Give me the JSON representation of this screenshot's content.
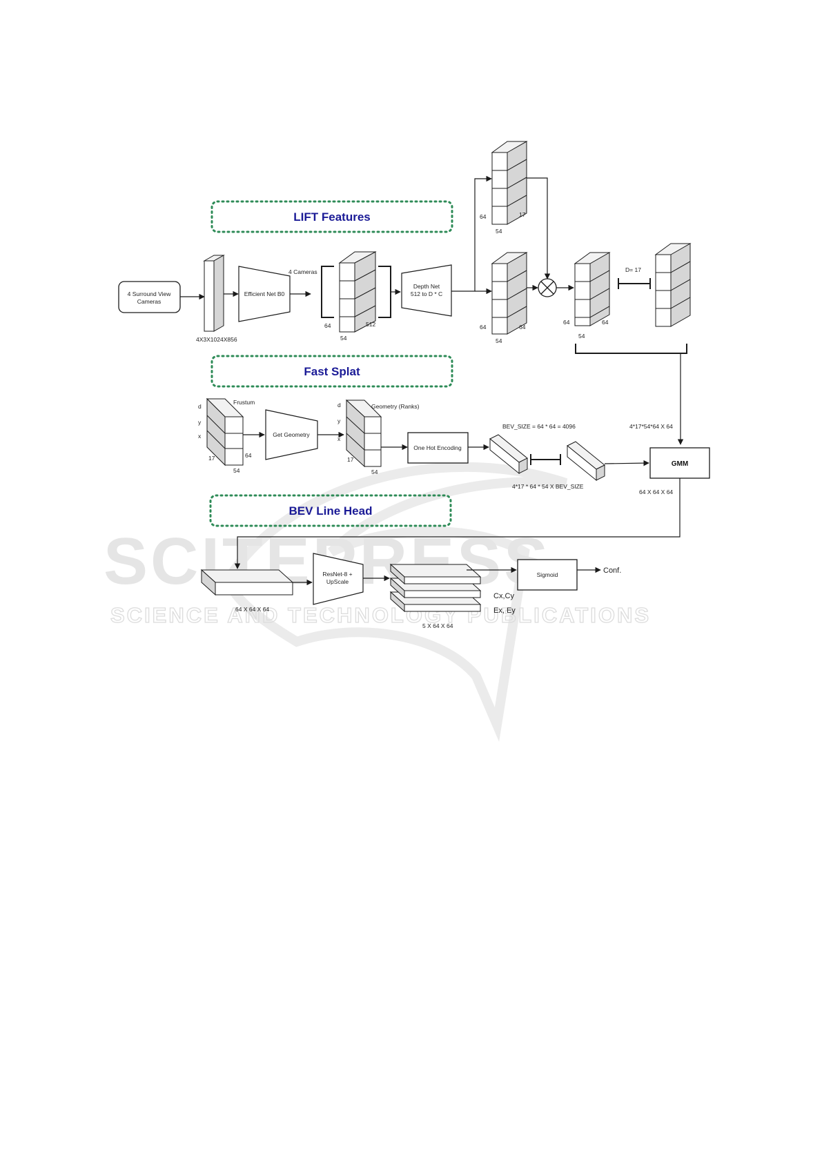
{
  "sections": {
    "lift": "LIFT Features",
    "splat": "Fast Splat",
    "bev": "BEV Line Head"
  },
  "input": {
    "cameras_box": [
      "4 Surround View",
      "Cameras"
    ],
    "dims": "4X3X1024X856"
  },
  "lift": {
    "encoder": "Efficient Net B0",
    "cameras_label": "4 Cameras",
    "feat_dims": {
      "h": "64",
      "c": "512",
      "w": "54"
    },
    "depthnet": [
      "Depth Net",
      "512 to D * C"
    ],
    "depth_dims": {
      "h": "64",
      "d": "17",
      "w": "54"
    },
    "ctx_dims": {
      "h": "64",
      "c": "64",
      "w": "54"
    },
    "out_dims": {
      "h": "64",
      "c": "64",
      "w": "54"
    },
    "d_label": "D= 17"
  },
  "splat": {
    "frustum": "Frustum",
    "get_geometry": "Get Geometry",
    "geometry_ranks": "Geometry (Ranks)",
    "axis": {
      "d": "d",
      "y": "y",
      "x": "x"
    },
    "frustum_dims": {
      "d": "17",
      "c": "64",
      "w": "54"
    },
    "geom_dims": {
      "d": "17",
      "w": "54"
    },
    "one_hot": "One Hot Encoding",
    "bev_size": "BEV_SIZE = 64 * 64  = 4096",
    "onehot_dims": "4*17 * 64 * 54 X BEV_SIZE",
    "gmm_in": "4*17*54*64 X 64",
    "gmm": "GMM",
    "gmm_out": "64 X 64 X 64"
  },
  "bev": {
    "input_dims": "64 X 64 X 64",
    "resnet": [
      "ResNet-8 +",
      "UpScale"
    ],
    "out_dims": "5 X 64 X 64",
    "sigmoid": "Sigmoid",
    "conf": "Conf.",
    "cxcy": "Cx,Cy",
    "exey": "Ex, Ey"
  },
  "watermark": {
    "big": "SCITEPRESS",
    "small": "SCIENCE AND TECHNOLOGY PUBLICATIONS"
  },
  "colors": {
    "section_title": "#1a1a96",
    "dotted_border": "#2e8b57",
    "line": "#1a1a1a",
    "box_top": "#f2f2f2",
    "box_side": "#d6d6d6",
    "watermark": "#e5e5e5"
  }
}
